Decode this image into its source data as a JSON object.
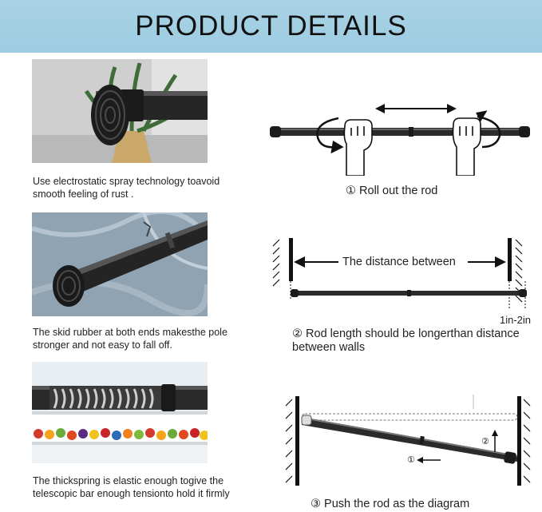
{
  "header": {
    "title": "PRODUCT DETAILS"
  },
  "left_panels": [
    {
      "caption": "Use electrostatic spray technology toavoid smooth feeling of rust ."
    },
    {
      "caption": "The skid rubber at both ends makesthe pole stronger and not easy to fall off."
    },
    {
      "caption": "The thickspring is elastic enough togive the telescopic bar enough tensionto hold it firmly"
    }
  ],
  "right_panels": [
    {
      "label": "① Roll out the rod"
    },
    {
      "label": "② Rod length should be longerthan distance between walls",
      "distance_label": "The distance between",
      "gap_label": "1in-2in"
    },
    {
      "label": "③ Push the rod as the diagram",
      "marker_1": "①",
      "marker_2": "②"
    }
  ],
  "colors": {
    "banner": "#a9d3e6",
    "rod": "#2b2b2b"
  }
}
